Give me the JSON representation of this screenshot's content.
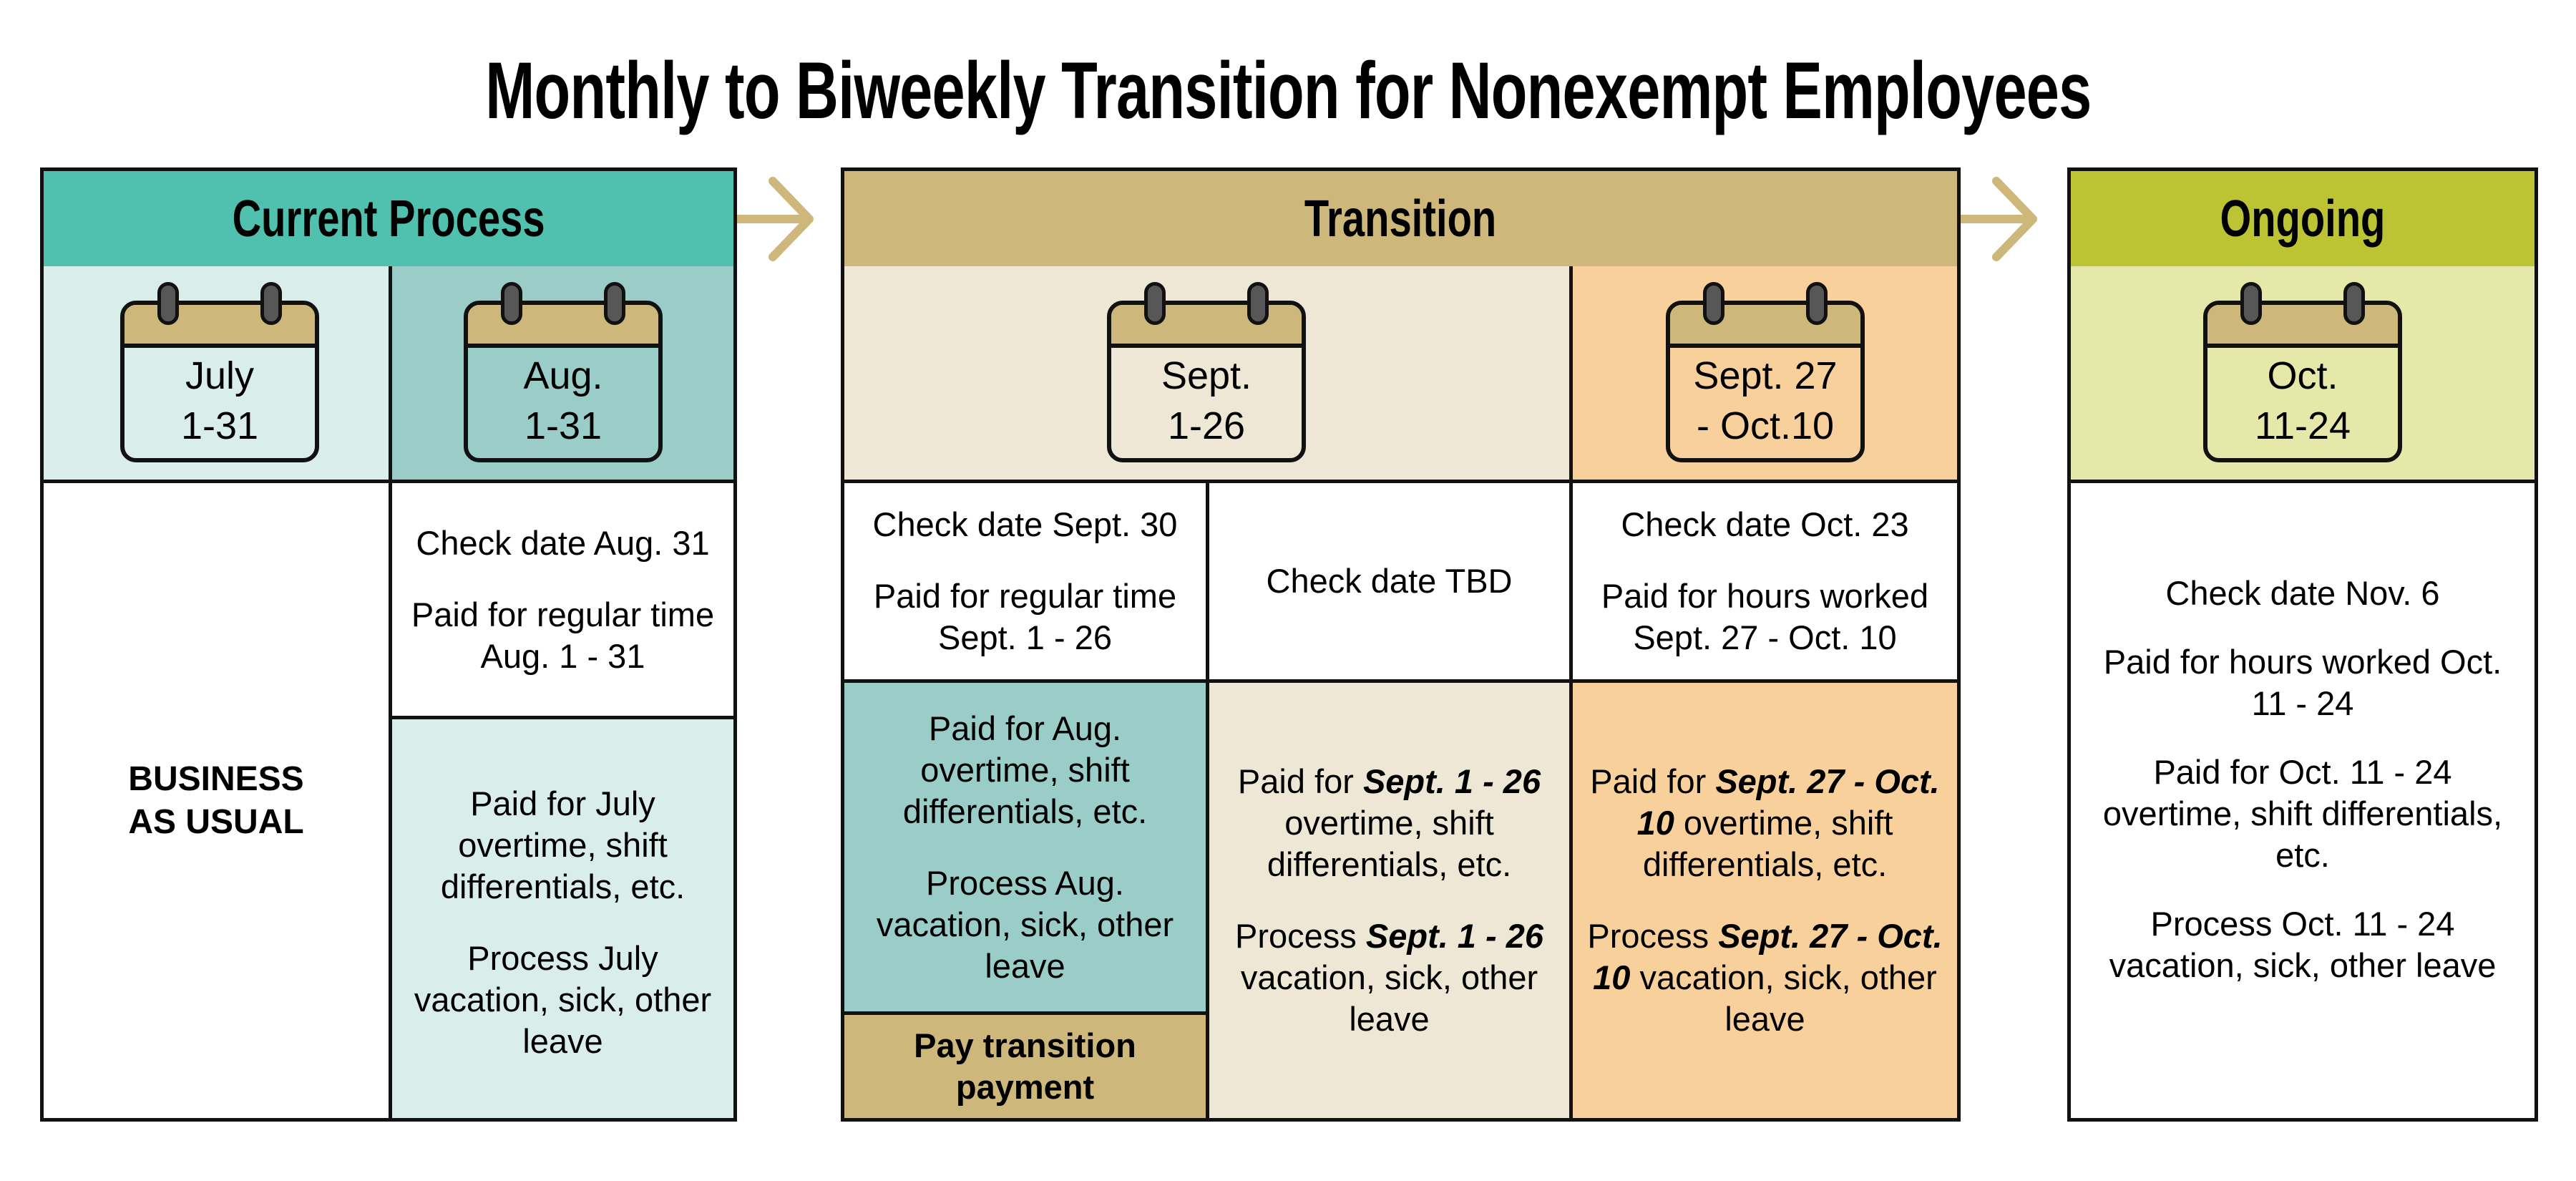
{
  "title": "Monthly to Biweekly Transition for Nonexempt Employees",
  "colors": {
    "current_header": "#50C1AF",
    "current_light": "#D9EEEA",
    "current_mid": "#9BCDC8",
    "transition_header": "#CDB77A",
    "transition_light": "#EFE7D6",
    "transition_orange": "#F8D09B",
    "ongoing_header": "#BCC433",
    "ongoing_light": "#E5E8A8",
    "arrow": "#CDB77A",
    "border": "#111111"
  },
  "current": {
    "header": "Current Process",
    "calendars": [
      {
        "line1": "July",
        "line2": "1-31"
      },
      {
        "line1": "Aug.",
        "line2": "1-31"
      }
    ],
    "business_as_usual": [
      "BUSINESS",
      "AS USUAL"
    ],
    "aug_top": [
      "Check date Aug. 31",
      "Paid for regular time Aug. 1 - 31"
    ],
    "aug_bottom": [
      "Paid for July overtime, shift differentials, etc.",
      "Process July vacation, sick, other leave"
    ]
  },
  "transition": {
    "header": "Transition",
    "calendars": [
      {
        "line1": "Sept.",
        "line2": "1-26"
      },
      {
        "line1": "Sept. 27",
        "line2": "- Oct.10"
      }
    ],
    "col1_top": [
      "Check date Sept. 30",
      "Paid for regular time Sept. 1 - 26"
    ],
    "col2_top": [
      "Check date TBD"
    ],
    "col3_top": [
      "Check date Oct. 23",
      "Paid for hours worked Sept. 27 - Oct. 10"
    ],
    "col1_bottom": [
      "Paid for Aug. overtime, shift differentials, etc.",
      "Process Aug. vacation, sick, other leave"
    ],
    "pay_transition": "Pay transition payment",
    "col2_bottom": {
      "p1_pre": "Paid for ",
      "p1_em": "Sept. 1 - 26",
      "p1_post": " overtime, shift differentials, etc.",
      "p2_pre": "Process ",
      "p2_em": "Sept. 1 - 26",
      "p2_post": " vacation, sick, other leave"
    },
    "col3_bottom": {
      "p1_pre": "Paid for ",
      "p1_em": "Sept. 27 - Oct. 10",
      "p1_post": " overtime, shift differentials, etc.",
      "p2_pre": "Process ",
      "p2_em": "Sept. 27 - Oct. 10",
      "p2_post": " vacation, sick, other leave"
    }
  },
  "ongoing": {
    "header": "Ongoing",
    "calendar": {
      "line1": "Oct.",
      "line2": "11-24"
    },
    "body": [
      "Check date Nov. 6",
      "Paid for hours worked Oct. 11 - 24",
      "Paid for Oct. 11 - 24 overtime, shift differentials, etc.",
      "Process Oct. 11 - 24 vacation, sick, other leave"
    ]
  }
}
